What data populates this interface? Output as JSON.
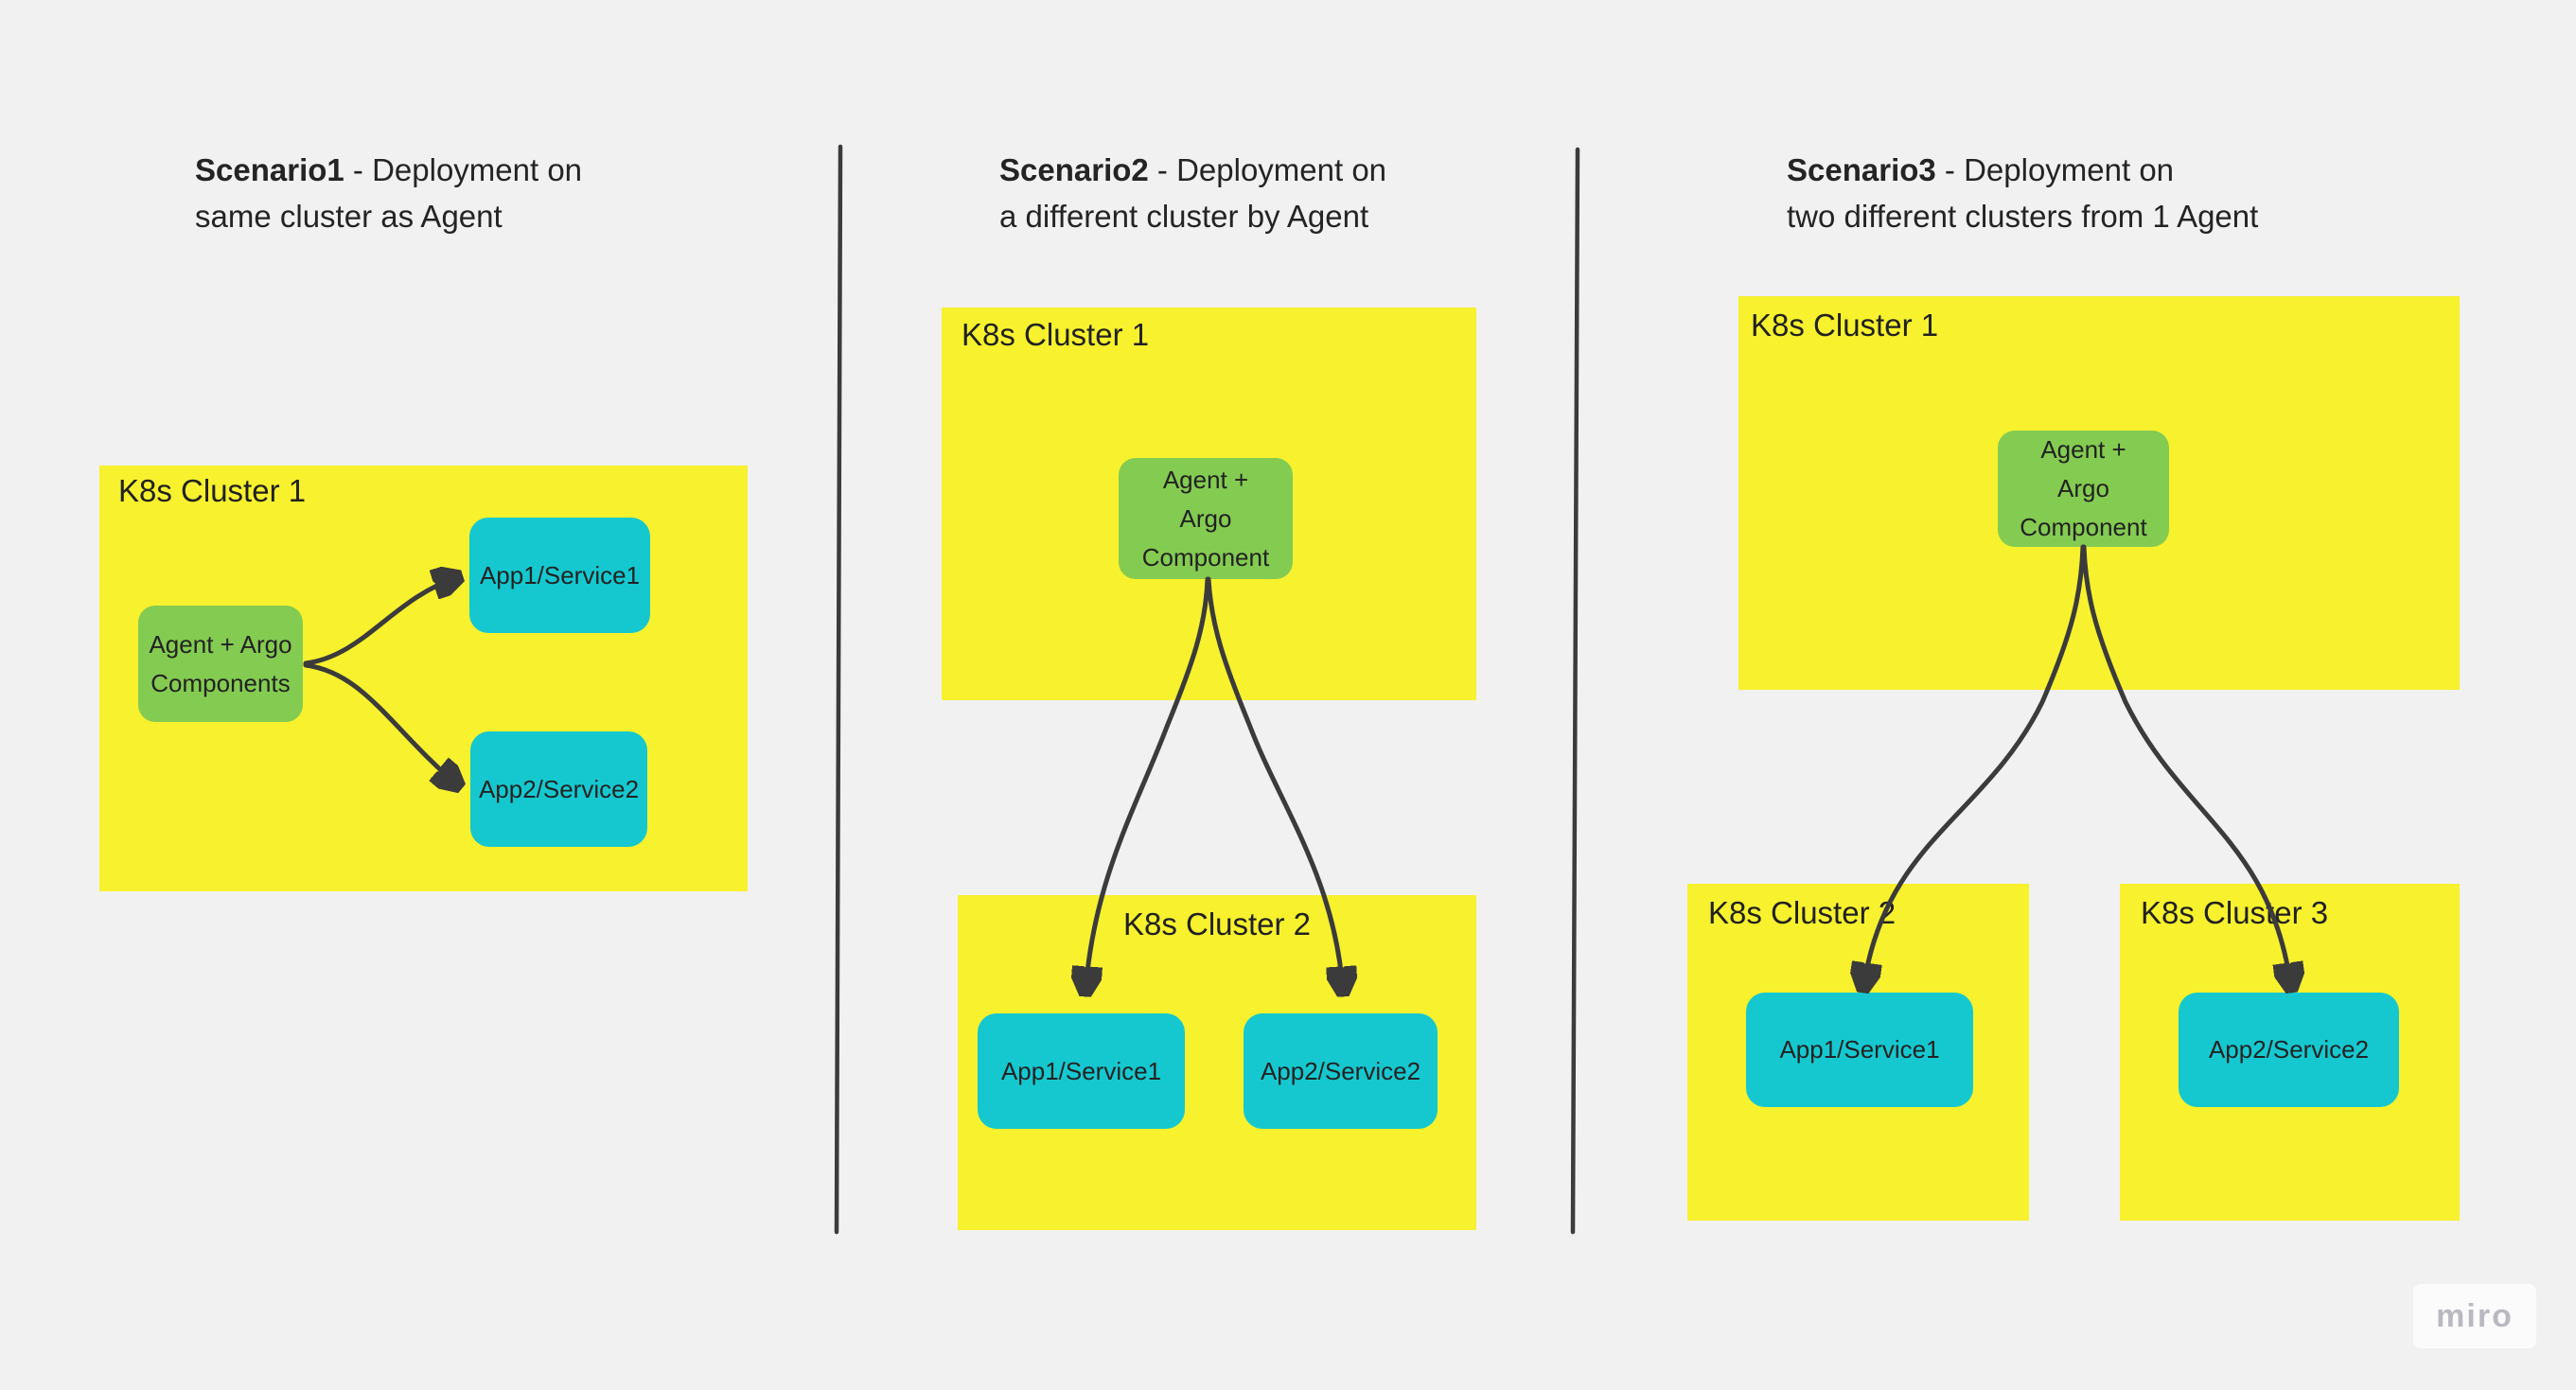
{
  "canvas": {
    "background_color": "#F1F1F1",
    "cluster_fill_color": "#F7F12E",
    "agent_fill_color": "#84CB51",
    "app_fill_color": "#15C8D0",
    "connector_color": "#3B3B3B",
    "watermark_text": "miro",
    "watermark_text_color": "#B9B9C1"
  },
  "scenarios": [
    {
      "title_bold": "Scenario1",
      "title_rest": " - Deployment on",
      "title_line2": "same cluster as Agent",
      "cluster1_label": "K8s Cluster 1",
      "agent_lines": [
        "Agent + Argo",
        "Components"
      ],
      "app1_label": "App1/Service1",
      "app2_label": "App2/Service2"
    },
    {
      "title_bold": "Scenario2",
      "title_rest": " - Deployment on",
      "title_line2": "a different cluster by Agent",
      "cluster1_label": "K8s Cluster 1",
      "cluster2_label": "K8s Cluster 2",
      "agent_lines": [
        "Agent +",
        "Argo",
        "Component"
      ],
      "app1_label": "App1/Service1",
      "app2_label": "App2/Service2"
    },
    {
      "title_bold": "Scenario3",
      "title_rest": " - Deployment on",
      "title_line2": "two different clusters from 1 Agent",
      "cluster1_label": "K8s Cluster 1",
      "cluster2_label": "K8s Cluster 2",
      "cluster3_label": "K8s Cluster 3",
      "agent_lines": [
        "Agent +",
        "Argo",
        "Component"
      ],
      "app1_label": "App1/Service1",
      "app2_label": "App2/Service2"
    }
  ]
}
